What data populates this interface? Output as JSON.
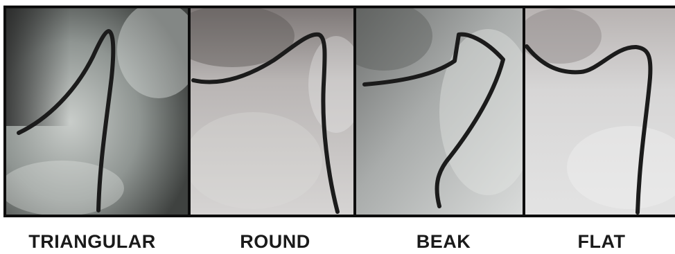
{
  "panels": [
    {
      "id": "triangular",
      "label": "TRIANGULAR",
      "shape": "triangular"
    },
    {
      "id": "round",
      "label": "ROUND",
      "shape": "round"
    },
    {
      "id": "beak",
      "label": "BEAK",
      "shape": "beak"
    },
    {
      "id": "flat",
      "label": "FLAT",
      "shape": "flat"
    }
  ],
  "colors": {
    "frame": "#0d0d0d",
    "trace": "#1b1b1b",
    "caption": "#1a1a1a"
  }
}
